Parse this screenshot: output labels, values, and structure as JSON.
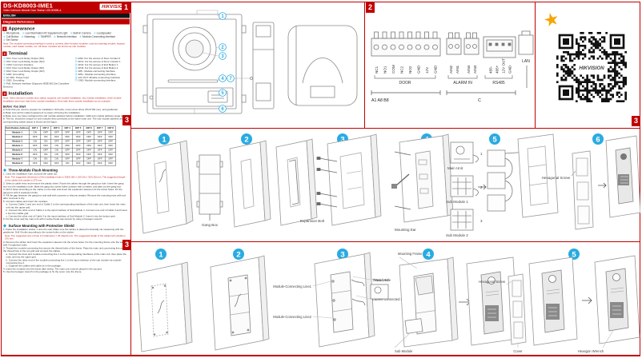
{
  "header": {
    "model": "DS-KD8003-IME1",
    "subtitle": "Video Intercom Module Door Station  UD10098B-A",
    "brand": "HIKVISION",
    "language_bar": "ENGLISH",
    "diagram_references": "Diagram References"
  },
  "appearance": {
    "number": "1",
    "title": "Appearance",
    "items": [
      {
        "n": "①",
        "t": "Microphone"
      },
      {
        "n": "②",
        "t": "Low Illumination IR Supplement Light"
      },
      {
        "n": "③",
        "t": "Built-in Camera"
      },
      {
        "n": "④",
        "t": "Loudspeaker"
      },
      {
        "n": "⑤",
        "t": "Call Button"
      },
      {
        "n": "⑥",
        "t": "Nametag"
      },
      {
        "n": "⑦",
        "t": "TAMPER"
      },
      {
        "n": "⑧",
        "t": "Network Interface"
      },
      {
        "n": "⑨",
        "t": "Module-Connecting Interface"
      },
      {
        "n": "⑩",
        "t": "Set Screw"
      }
    ],
    "note": "Note: The module-connecting interface is used to connect other function modules, such as nametag module, keypad module, card reader module, etc. All these modules are known as sub modules."
  },
  "terminal": {
    "number": "2",
    "title": "Terminal",
    "left_items": [
      {
        "n": "①",
        "t": "NC1: Door Lock Relay Output (NC)"
      },
      {
        "n": "②",
        "t": "NO1: Door Lock Relay Output (NO)"
      },
      {
        "n": "③",
        "t": "COM: Common Interface"
      },
      {
        "n": "④",
        "t": "NC2: Door Lock Relay Output (NC)"
      },
      {
        "n": "⑤",
        "t": "NO2: Door Lock Relay Output (NO)"
      },
      {
        "n": "⑥",
        "t": "GND: Grounding"
      },
      {
        "n": "⑦",
        "t": "12 VDC: Power Input"
      },
      {
        "n": "⑧",
        "t": "GND: Grounding"
      },
      {
        "n": "⑨",
        "t": "PoE: Network Interface (Supports IEEE 802.3at Compliant Devices)"
      }
    ],
    "right_items": [
      {
        "n": "⑩",
        "t": "AIN2: For the access of Door Contact 2"
      },
      {
        "n": "⑪",
        "t": "AIN1: For the access of Door Contact 1"
      },
      {
        "n": "⑫",
        "t": "AIN4: For the access of Exit Button 1"
      },
      {
        "n": "⑬",
        "t": "AIN3: For the access of Exit Button 2"
      },
      {
        "n": "⑭",
        "t": "485-: Module-connecting Interface"
      },
      {
        "n": "⑮",
        "t": "485+: Module-connecting Interface"
      },
      {
        "n": "⑯",
        "t": "12V OUT: Module-connecting Interface"
      },
      {
        "n": "⑰",
        "t": "GND: Module-connecting Interface"
      }
    ]
  },
  "installation": {
    "number": "3",
    "title": "Installation",
    "note": "Note: Video intercom module door station supports one module installation, two module installation, three module installation and more than three module installation. Here take three module installation as an example.",
    "before_title": "Before You Start",
    "bullets": [
      "Tools that you need to prepare for installation: Drill (ø6), cross screw driver (PH1*150 mm), and gradienter.",
      "Make sure all the related equipment is power-off during the installation.",
      "Make sure you have configured the sub module address before installation. Valid sub module address range is 1 to 8. The No. should be unique for sub modules that connected to the same main unit. The sub module address and corresponding switch status is shown as the figure."
    ]
  },
  "dip_table": {
    "header": [
      "Sub Module Address",
      "DIP 1",
      "DIP 2",
      "DIP 3",
      "DIP 4",
      "DIP 5",
      "DIP 6",
      "DIP 7",
      "DIP 8"
    ],
    "rows": [
      {
        "label": "Module 1",
        "cells": [
          "ON",
          "OFF",
          "OFF",
          "OFF",
          "OFF",
          "OFF",
          "OFF",
          "OFF"
        ]
      },
      {
        "label": "Module 2",
        "cells": [
          "OFF",
          "ON",
          "OFF",
          "OFF",
          "OFF",
          "OFF",
          "OFF",
          "OFF"
        ]
      },
      {
        "label": "Module 3",
        "cells": [
          "ON",
          "ON",
          "OFF",
          "OFF",
          "OFF",
          "OFF",
          "OFF",
          "OFF"
        ]
      },
      {
        "label": "Module 4",
        "cells": [
          "OFF",
          "OFF",
          "ON",
          "OFF",
          "OFF",
          "OFF",
          "OFF",
          "OFF"
        ]
      },
      {
        "label": "Module 5",
        "cells": [
          "ON",
          "OFF",
          "ON",
          "OFF",
          "OFF",
          "OFF",
          "OFF",
          "OFF"
        ]
      },
      {
        "label": "Module 6",
        "cells": [
          "OFF",
          "ON",
          "ON",
          "OFF",
          "OFF",
          "OFF",
          "OFF",
          "OFF"
        ]
      },
      {
        "label": "Module 7",
        "cells": [
          "ON",
          "ON",
          "ON",
          "OFF",
          "OFF",
          "OFF",
          "OFF",
          "OFF"
        ]
      },
      {
        "label": "Module 8",
        "cells": [
          "OFF",
          "OFF",
          "OFF",
          "ON",
          "OFF",
          "OFF",
          "OFF",
          "OFF"
        ]
      }
    ]
  },
  "flush": {
    "title": "Three-Module Flush Mounting",
    "lines": [
      {
        "k": "step",
        "t": "1. Cave the installation hole, and pull the cable out."
      },
      {
        "k": "note",
        "t": "Note: The suggested dimension of the installation hole is 338.8 (W) × 105 (H) × 35.5 (D) mm. The suggested length of the cables left outside is 270 mm."
      },
      {
        "k": "step",
        "t": "2. Select a cable entry and remove the plastic sheet. Route the cables through the gang box hole. Insert the gang box into the installation hole. Mark the gang box screw holes' position with a marker, and take out the gang box."
      },
      {
        "k": "step",
        "t": "3. Drill 4 holes according to the marks on the wall, and insert the expansion sleeves into the screw holes. Fix the gang box with 4 expansion bolts."
      },
      {
        "k": "step",
        "t": "4. Fill the gap between the gang box and wall with concrete or silicone sealant. Remove the mounting ears with tool after concrete is dry."
      },
      {
        "k": "step",
        "t": "5. Connect cables and insert the modules."
      },
      {
        "k": "sub",
        "t": "a. Connect Cable 1 and one end of Cable 2 to the corresponding interfaces of the main unit, then insert the main unit into the upper grid."
      },
      {
        "k": "sub",
        "t": "b. Connect the other end of Cable 2 to the input interface of Sub Module 1. Connect one end of Cable 3 and insert it into the middle grid."
      },
      {
        "k": "sub",
        "t": "c. Connect the other end of Cable 3 to the input interface of Sub Module 2. Insert it into the bottom grid."
      },
      {
        "k": "step",
        "t": "6. Fix the cover and the main unit with 2 socket head cap screws by using a hexagon wrench."
      }
    ]
  },
  "surface": {
    "title": "Surface Mounting with Protective Shield",
    "lines": [
      {
        "k": "step",
        "t": "1. Paste the installation sticker 1 onto the wall. Make sure the sticker is placed horizontally via measuring with the gradienter. Drill 4 holes according to the screw holes on the sticker."
      },
      {
        "k": "note",
        "t": "Note: The suggested size of hole is 6 (diameter) × 25 (depth) mm. The suggested length of the cables left outside is 270 mm."
      },
      {
        "k": "step",
        "t": "2. Remove the sticker and insert the expansion sleeves into the screw holes. Fix the mounting frame onto the wall with 4 expansion bolts."
      },
      {
        "k": "step",
        "t": "3. Thread the module-connecting line across the thread holes of the frame. Pass the main unit connecting line across the thread hole to the top grid and connect the cables."
      },
      {
        "k": "sub",
        "t": "a. Connect the lines and module-connecting line 1 to the corresponding interfaces of the main unit, then place the main unit into the upper grid."
      },
      {
        "k": "sub",
        "t": "b. Connect the other end of the module-connecting line 1 to the input interface of the sub module via module-connecting line 2."
      },
      {
        "k": "sub",
        "t": "c. Organize the cables with cable tie in the package."
      },
      {
        "k": "step",
        "t": "4. Insert the modules into the frame after wiring. The main unit must be placed in the top grid."
      },
      {
        "k": "step",
        "t": "5. Use the hexagon wrench in the package to fix the cover onto the frame."
      }
    ]
  },
  "diagrams": {
    "panel1": {
      "badge": "1",
      "callouts": [
        "1",
        "2",
        "3",
        "4",
        "7",
        "5",
        "6"
      ]
    },
    "panel2": {
      "badge": "2",
      "door_pins": [
        "NC1",
        "NO1",
        "COM",
        "NC2",
        "NO2",
        "GND",
        "12V",
        "GND"
      ],
      "alarm_pins": [
        "AIN2",
        "AIN1",
        "AIN4",
        "AIN3"
      ],
      "rs485_pins": [
        "485-",
        "485+",
        "12V OUT",
        "GND"
      ],
      "group_door": "DOOR",
      "group_alarm": "ALARM IN",
      "group_rs485": "RS485",
      "lan": "LAN",
      "dim_left": "A1 A8 B8",
      "dim_right": "C"
    },
    "qr": {
      "logo": "HIKVISION",
      "star": "★"
    },
    "flush_row": {
      "badge": "3",
      "steps": [
        "1",
        "2",
        "3",
        "4",
        "5",
        "6"
      ],
      "cable_labels": [
        "1",
        "2",
        "3"
      ],
      "labels": {
        "gang_box": "Gang Box",
        "expansion_bolt": "Expansion Bolt",
        "mounting_ear": "Mounting Ear",
        "main_unit": "Main Unit",
        "sub_module_1": "Sub Module 1",
        "sub_module_2": "Sub Module 2",
        "hex_screw": "Hexagonal Screw"
      }
    },
    "surface_row": {
      "badge": "3",
      "steps": [
        "1",
        "2",
        "3",
        "4",
        "5"
      ],
      "labels": {
        "mc_line1": "Module-Connecting Line1",
        "mc_line2": "Module-Connecting Line2",
        "thread_hole": "Thread Hole",
        "cables_connected": "Cables Connected to Main Module",
        "main_unit": "Main Unit",
        "mounting_frame": "Mounting Frame",
        "sub_module": "Sub Module",
        "hex_screw": "Hexagonal Screw",
        "cover": "Cover",
        "hex_wrench": "Hexagon Wrench"
      }
    }
  },
  "colors": {
    "accent_red": "#c00000",
    "badge_blue": "#29abe2",
    "star_orange": "#f6a500"
  }
}
